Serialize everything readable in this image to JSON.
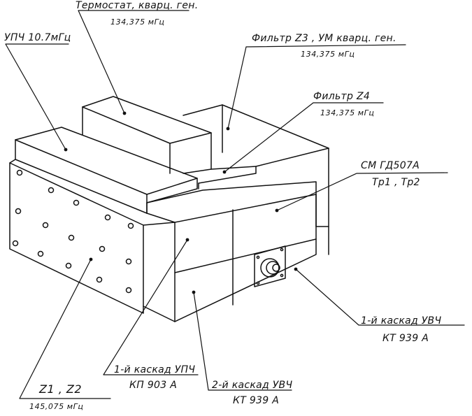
{
  "labels": {
    "thermostat": {
      "name": "Термостат, кварц. ген.",
      "freq": "134,375 мГц"
    },
    "upch": {
      "name": "УПЧ 10.7мГц"
    },
    "filter_z3": {
      "name": "Фильтр Z3 , УМ кварц. ген.",
      "freq": "134,375 мГц"
    },
    "filter_z4": {
      "name": "Фильтр Z4",
      "freq": "134,375 мГц"
    },
    "mixer": {
      "name": "СМ ГД507А",
      "transformers": "Тр1 , Тр2"
    },
    "rf_stage_1": {
      "name": "1-й каскад УВЧ",
      "part": "КТ 939 А"
    },
    "if_stage_1": {
      "name": "1-й каскад УПЧ",
      "part": "КП 903 А"
    },
    "rf_stage_2": {
      "name": "2-й каскад УВЧ",
      "part": "КТ 939 А"
    },
    "filters_z1_z2": {
      "name": "Z1 , Z2",
      "freq": "145,075 мГц"
    }
  },
  "colors": {
    "ink": "#111111",
    "paper": "#ffffff"
  }
}
